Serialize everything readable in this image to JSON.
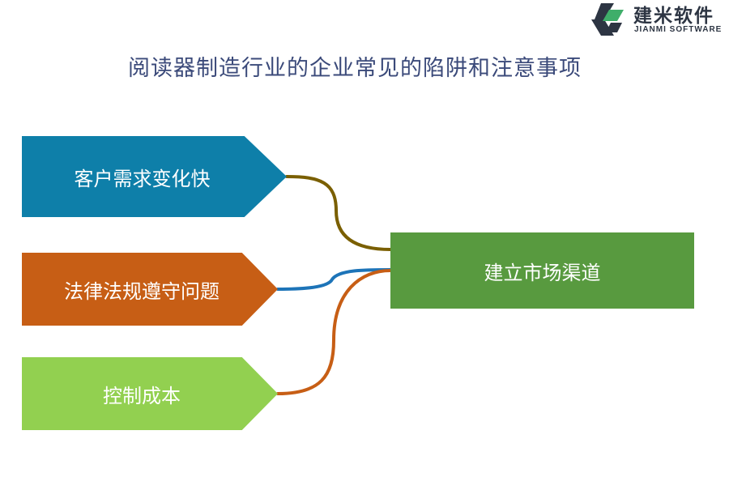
{
  "title": "阅读器制造行业的企业常见的陷阱和注意事项",
  "logo": {
    "cn": "建米软件",
    "en": "JIANMI SOFTWARE"
  },
  "items": [
    {
      "label": "客户需求变化快",
      "color": "#0e7fa9",
      "connector_color": "#7a5f00"
    },
    {
      "label": "法律法规遵守问题",
      "color": "#c75e15",
      "connector_color": "#1d74b8"
    },
    {
      "label": "控制成本",
      "color": "#92d050",
      "connector_color": "#c75e15"
    }
  ],
  "target": {
    "label": "建立市场渠道",
    "color": "#589a3f"
  }
}
